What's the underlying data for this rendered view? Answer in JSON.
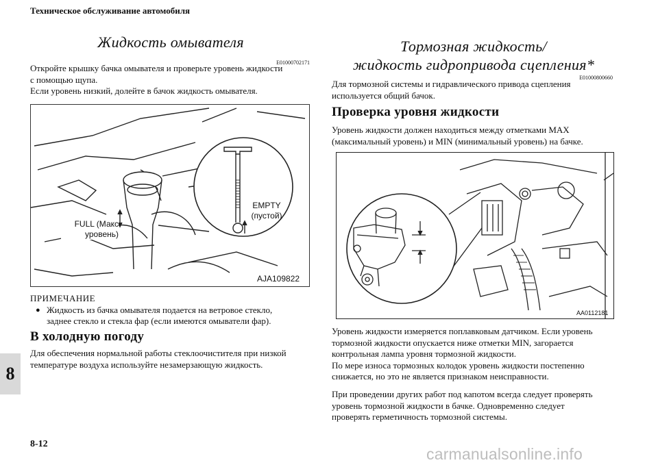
{
  "header": {
    "running_title": "Техническое обслуживание автомобиля"
  },
  "chapter_tab": "8",
  "footer": {
    "page_number": "8-12",
    "watermark": "carmanualsonline.info"
  },
  "left": {
    "title": "Жидкость омывателя",
    "code": "E01000702171",
    "paragraphs": [
      "Откройте крышку бачка омывателя и проверьте уровень жидкости",
      "с помощью щупа.",
      "Если уровень низкий, долейте в бачок жидкость омывателя."
    ],
    "figure": {
      "label_full_1": "FULL (Макс",
      "label_full_2": "уровень)",
      "label_empty_1": "EMPTY",
      "label_empty_2": "(пустой)",
      "code": "AJA109822"
    },
    "note": {
      "heading": "ПРИМЕЧАНИЕ",
      "bullet": "●",
      "line1": "Жидкость из бачка омывателя подается на ветровое стекло,",
      "line2": "заднее стекло и стекла фар (если имеются омыватели фар)."
    },
    "cold_heading": "В холодную погоду",
    "cold_paragraphs": [
      "Для обеспечения нормальной работы стеклоочистителя при низкой",
      "температуре воздуха используйте незамерзающую жидкость."
    ]
  },
  "right": {
    "title_line1": "Тормозная жидкость/",
    "title_line2": "жидкость гидропривода сцепления*",
    "code": "E01000800660",
    "intro": [
      "Для тормозной системы и гидравлического привода сцепления",
      "используется общий бачок."
    ],
    "check_heading": "Проверка уровня жидкости",
    "check_paragraphs": [
      "Уровень жидкости должен находиться между отметками MAX",
      "(максимальный уровень) и MIN (минимальный уровень) на бачке."
    ],
    "figure": {
      "code": "AA0112181"
    },
    "after_figure": [
      "Уровень жидкости измеряется поплавковым датчиком. Если уровень",
      "тормозной жидкости опускается ниже отметки MIN, загорается",
      "контрольная лампа уровня тормозной жидкости.",
      "По мере износа тормозных колодок уровень жидкости постепенно",
      "снижается, но это не является признаком неисправности."
    ],
    "final_paragraphs": [
      "При проведении других работ под капотом всегда следует проверять",
      "уровень тормозной жидкости в бачке. Одновременно следует",
      "проверять герметичность тормозной системы."
    ]
  }
}
